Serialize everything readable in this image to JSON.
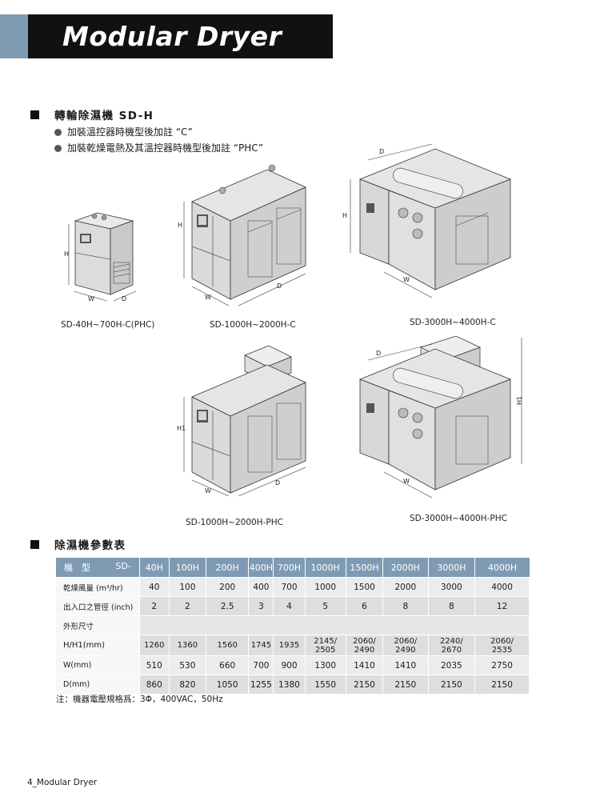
{
  "header": {
    "title": "Modular Dryer"
  },
  "section1": {
    "title": "轉輪除濕機 SD-H",
    "bullets": [
      "加裝溫控器時機型後加註 “C”",
      "加裝乾燥電熱及其溫控器時機型後加註 “PHC”"
    ]
  },
  "illustrations": {
    "dim_labels": {
      "h": "H",
      "h1": "H1",
      "w": "W",
      "d": "D"
    },
    "captions": [
      "SD-40H~700H-C(PHC)",
      "SD-1000H~2000H-C",
      "SD-3000H~4000H-C",
      "SD-1000H~2000H-PHC",
      "SD-3000H~4000H-PHC"
    ]
  },
  "section2": {
    "title": "除濕機參數表"
  },
  "table": {
    "model_label": "機　型",
    "model_prefix": "SD-",
    "models": [
      "40H",
      "100H",
      "200H",
      "400H",
      "700H",
      "1000H",
      "1500H",
      "2000H",
      "3000H",
      "4000H"
    ],
    "rows": [
      {
        "label": "乾燥風量 (m³/hr)",
        "values": [
          "40",
          "100",
          "200",
          "400",
          "700",
          "1000",
          "1500",
          "2000",
          "3000",
          "4000"
        ]
      },
      {
        "label": "出入口之管徑 (inch)",
        "values": [
          "2",
          "2",
          "2.5",
          "3",
          "4",
          "5",
          "6",
          "8",
          "8",
          "12"
        ]
      },
      {
        "label": "外形尺寸",
        "values": []
      },
      {
        "label": "H/H1(mm)",
        "values": [
          "1260",
          "1360",
          "1560",
          "1745",
          "1935",
          "2145/\n2505",
          "2060/\n2490",
          "2060/\n2490",
          "2240/\n2670",
          "2060/\n2535"
        ]
      },
      {
        "label": "W(mm)",
        "values": [
          "510",
          "530",
          "660",
          "700",
          "900",
          "1300",
          "1410",
          "1410",
          "2035",
          "2750"
        ]
      },
      {
        "label": "D(mm)",
        "values": [
          "860",
          "820",
          "1050",
          "1255",
          "1380",
          "1550",
          "2150",
          "2150",
          "2150",
          "2150"
        ]
      }
    ]
  },
  "note": "注：機器電壓規格爲：3Φ，400VAC，50Hz",
  "footer": "4_Modular Dryer",
  "colors": {
    "accent": "#7f9bb3",
    "banner": "#111111",
    "row": "#ececec",
    "row_alt": "#dedede"
  }
}
